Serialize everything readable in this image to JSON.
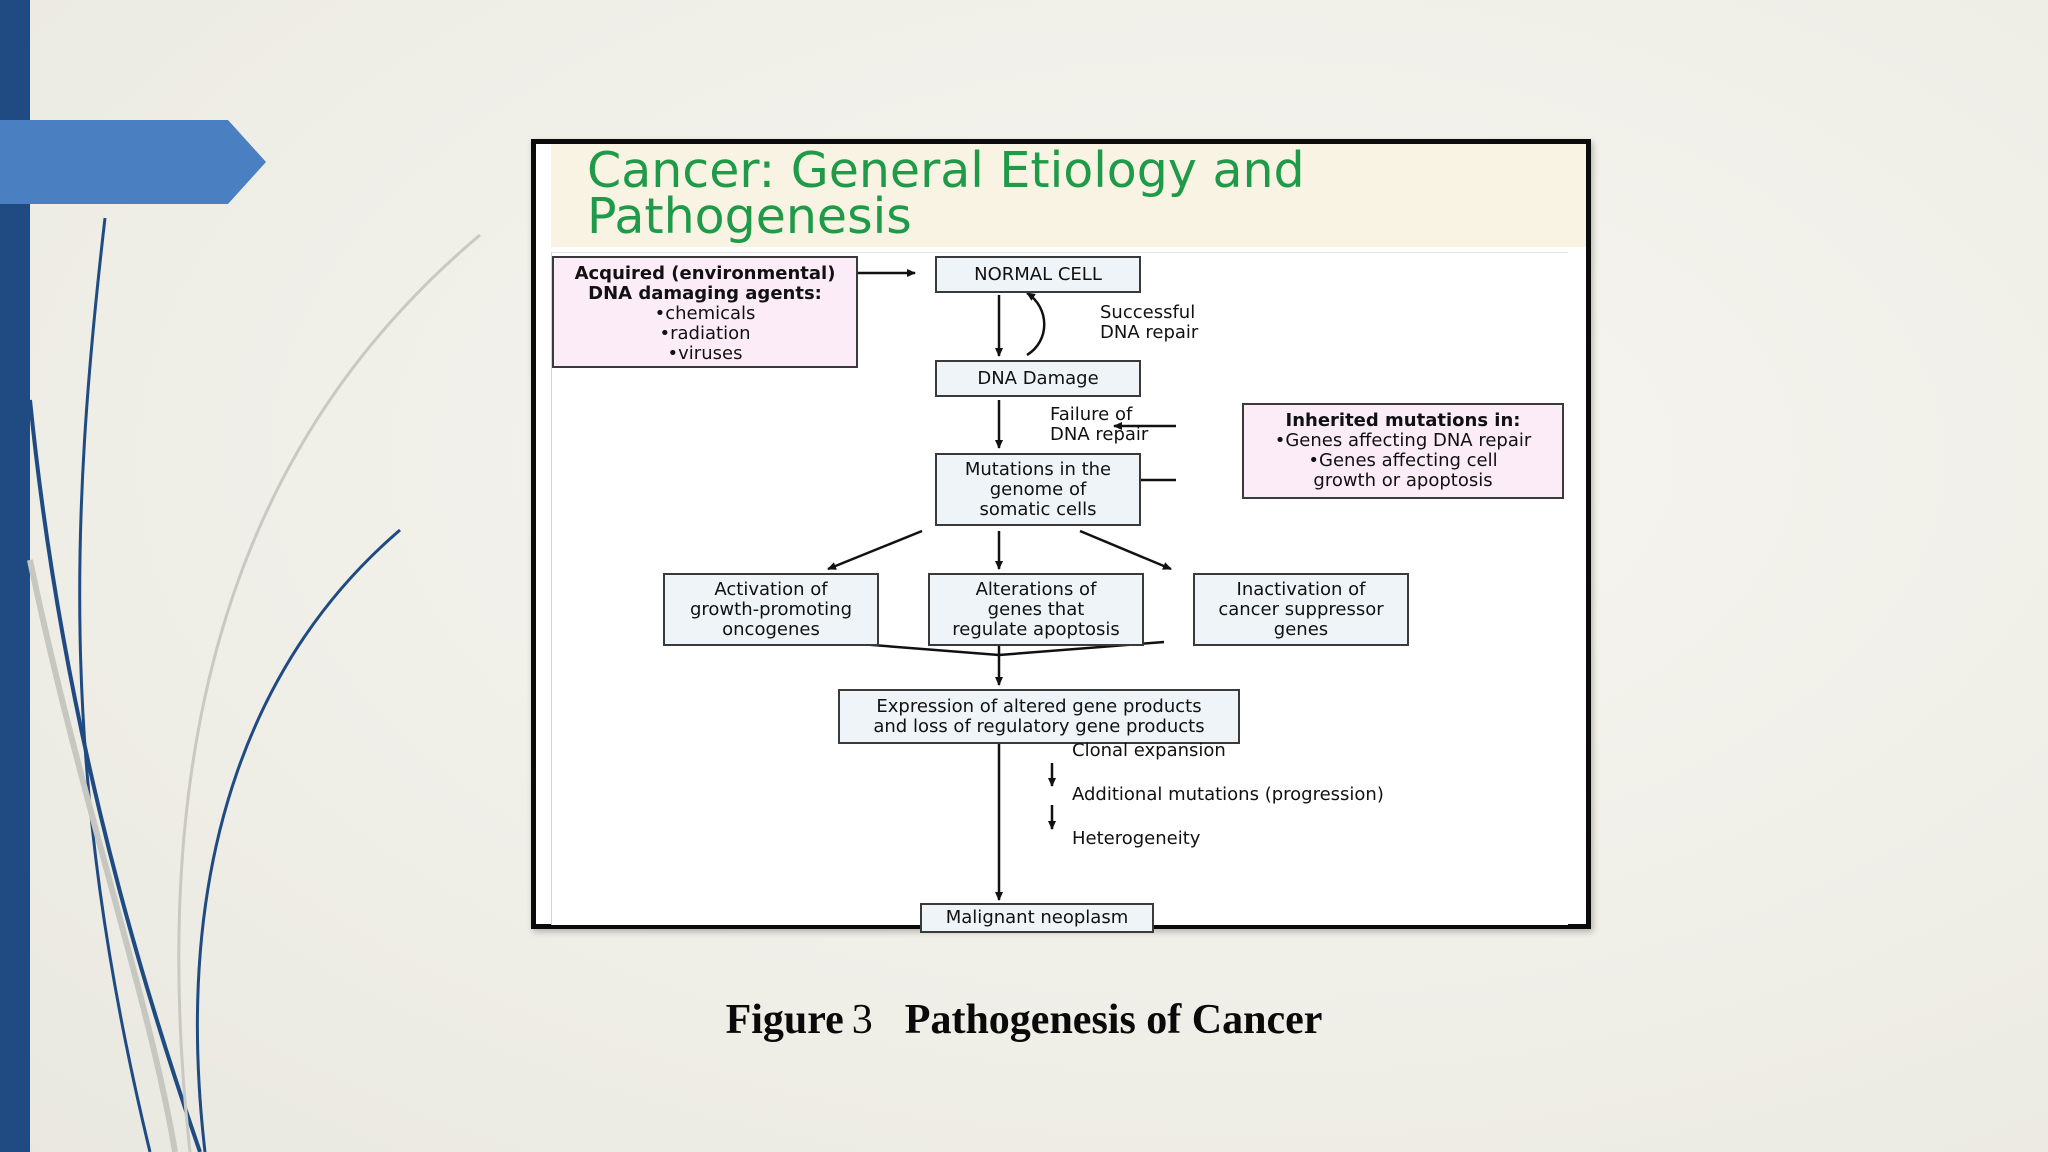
{
  "figure": {
    "title": "Cancer: General Etiology and Pathogenesis",
    "boxes": {
      "acquired_title": "Acquired (environmental)\nDNA damaging agents:",
      "acquired_items": [
        "chemicals",
        "radiation",
        "viruses"
      ],
      "normal_cell": "NORMAL CELL",
      "dna_damage": "DNA Damage",
      "mutations": "Mutations in the\ngenome of\nsomatic cells",
      "inherited_title": "Inherited mutations in:",
      "inherited_items": [
        "Genes affecting DNA repair",
        "Genes affecting cell\ngrowth or apoptosis"
      ],
      "activation": "Activation of\ngrowth-promoting\noncogenes",
      "alterations": "Alterations of\ngenes that\nregulate apoptosis",
      "inactivation": "Inactivation of\ncancer suppressor\ngenes",
      "expression": "Expression of altered gene products\nand loss of regulatory gene products",
      "malignant": "Malignant neoplasm"
    },
    "labels": {
      "successful_repair": "Successful\nDNA repair",
      "failure_repair": "Failure of\nDNA repair",
      "clonal": "Clonal expansion",
      "additional": "Additional mutations (progression)",
      "heterogeneity": "Heterogeneity"
    }
  },
  "caption": {
    "label": "Figure",
    "number": "3",
    "title": "Pathogenesis of Cancer"
  },
  "theme": {
    "sidebar_color": "#1f4b82",
    "arrow_tab_color": "#4a7fc1",
    "title_color": "#1e9a48"
  }
}
